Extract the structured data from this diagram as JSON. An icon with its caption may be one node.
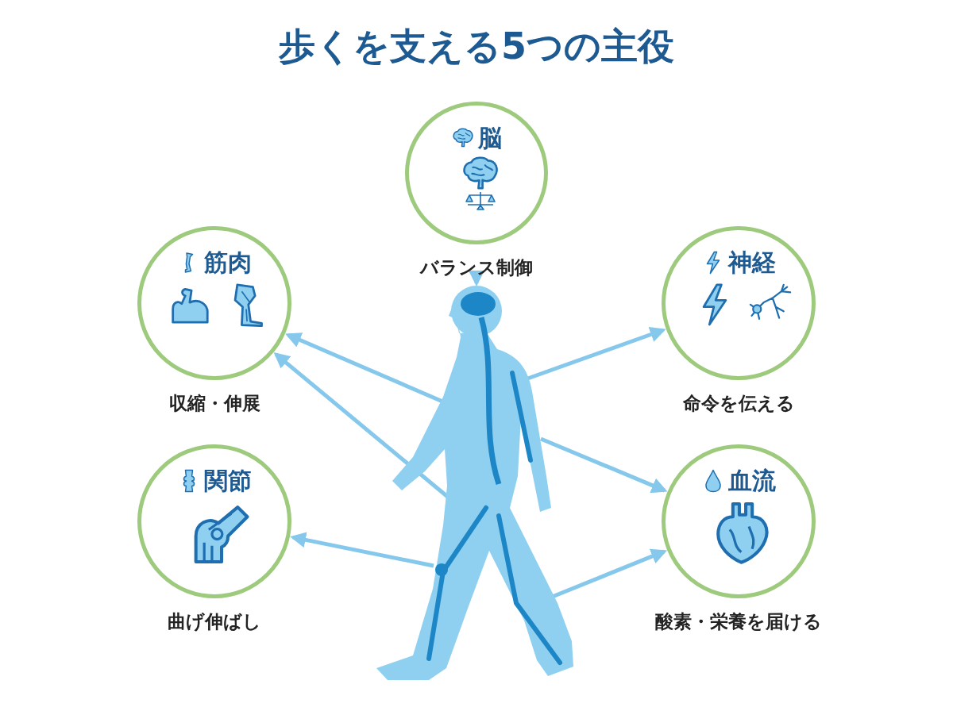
{
  "diagram": {
    "title": "歩くを支える5つの主役",
    "nodes": [
      {
        "text": [
          "脳"
        ],
        "beside": [
          "バランス制御"
        ]
      },
      {
        "text": [
          "筋肉"
        ],
        "beside": [
          "収縮・伸展"
        ]
      },
      {
        "text": [
          "神経"
        ],
        "beside": [
          "命令を伝える"
        ]
      },
      {
        "text": [],
        "shape": "person"
      },
      {
        "text": [
          "関節"
        ],
        "beside": [
          "曲げ伸ばし"
        ]
      },
      {
        "text": [
          "血流"
        ],
        "beside": [
          "酸素・栄養を届ける"
        ]
      }
    ],
    "edges": [
      {
        "from": 0,
        "to": 3,
        "arrow": "to"
      },
      {
        "from": 3,
        "to": 1,
        "arrow": "to"
      },
      {
        "from": 3,
        "to": 1,
        "arrow": "to"
      },
      {
        "from": 3,
        "to": 2,
        "arrow": "to"
      },
      {
        "from": 3,
        "to": 5,
        "arrow": "to"
      },
      {
        "from": 3,
        "to": 5,
        "arrow": "to"
      },
      {
        "from": 3,
        "to": 4,
        "arrow": "to"
      }
    ]
  }
}
